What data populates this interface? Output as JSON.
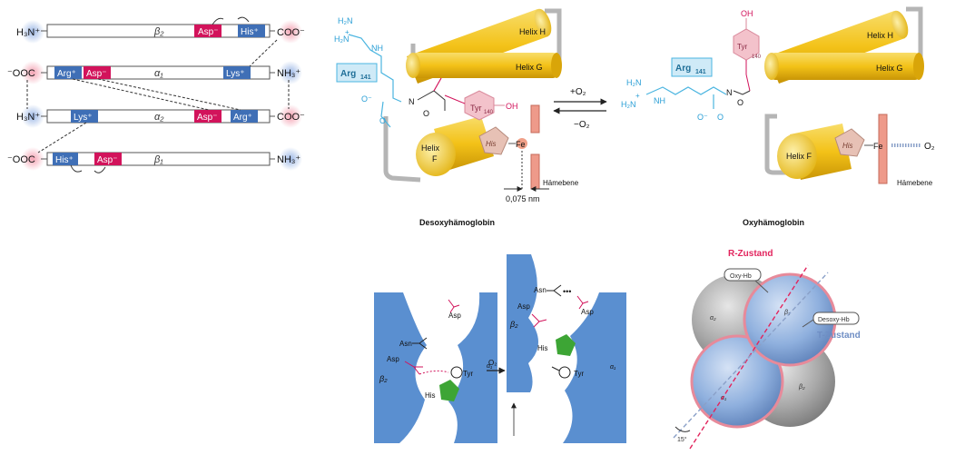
{
  "colors": {
    "chain_box_border": "#555555",
    "chain_box_fill": "#ffffff",
    "positive_residue": "#3f6fb6",
    "negative_residue": "#d2135b",
    "helix_yellow": "#f3c218",
    "arginine_cyan": "#4bb5e0",
    "tyrosine_pink": "#e89aa7",
    "heme_plane": "#ee9a8a",
    "subunit_blue": "#5a8fd0",
    "histidine_green": "#3da535",
    "r_state": "#e2245d",
    "t_state": "#8aa0c8",
    "globe_blue": "#8fb0de",
    "globe_grey": "#a9a9a9"
  },
  "salt_bridge_scheme": {
    "chains": [
      {
        "n_term": "H₃N⁺",
        "c_term": "COO⁻",
        "chain": "β₂",
        "residues": [
          "Asp⁻",
          "His⁺"
        ]
      },
      {
        "n_term": "⁻OOC",
        "c_term": "NH₃⁺",
        "chain": "α₁",
        "residues": [
          "Arg⁺",
          "Asp⁻",
          "Lys⁺"
        ]
      },
      {
        "n_term": "H₃N⁺",
        "c_term": "COO⁻",
        "chain": "α₂",
        "residues": [
          "Lys⁺",
          "Asp⁻",
          "Arg⁺"
        ]
      },
      {
        "n_term": "⁻OOC",
        "c_term": "NH₃⁺",
        "chain": "β₁",
        "residues": [
          "His⁺",
          "Asp⁻"
        ]
      }
    ]
  },
  "deoxy_panel": {
    "caption": "Desoxyhämoglobin",
    "helix_h": "Helix H",
    "helix_g": "Helix G",
    "helix_f": [
      "Helix",
      "F"
    ],
    "arg": "Arg",
    "arg_num": "141",
    "tyr": "Tyr",
    "tyr_num": "140",
    "oh": "OH",
    "his": "His",
    "fe": "Fe",
    "heme_plane": "Hämebene",
    "distance": "0,075 nm",
    "nh2_a": "H₂N",
    "nh2_b": "H₂N",
    "nh": "NH",
    "n": "N",
    "o": "O",
    "ominus": "O⁻",
    "c_o": "O",
    "plus": "+"
  },
  "equilibrium": {
    "forward": "+O₂",
    "reverse": "−O₂"
  },
  "oxy_panel": {
    "caption": "Oxyhämoglobin",
    "helix_h": "Helix H",
    "helix_g": "Helix G",
    "helix_f": "Helix F",
    "arg": "Arg",
    "arg_num": "141",
    "tyr": "Tyr",
    "tyr_num": "140",
    "oh": "OH",
    "his": "His",
    "fe": "Fe",
    "o2": "O₂",
    "heme_plane": "Hämebene",
    "nh2_a": "H₂N",
    "nh2_b": "H₂N",
    "nh": "NH",
    "n": "N",
    "o": "O",
    "ominus": "O⁻",
    "plus": "+"
  },
  "interface_panel": {
    "left": {
      "asp_top": "Asp",
      "asn": "Asn",
      "asp": "Asp",
      "tyr": "Tyr",
      "his": "His",
      "beta": "β₂",
      "alpha": "α₁"
    },
    "right": {
      "asn": "Asn",
      "asp_left": "Asp",
      "asp_right": "Asp",
      "his": "His",
      "tyr": "Tyr",
      "beta": "β₂",
      "alpha": "α₁"
    },
    "arrow_label": "O₂"
  },
  "rotation_panel": {
    "r_label": "R-Zustand",
    "t_label": "T-Zustand",
    "oxy_tag": "Oxy-Hb",
    "deoxy_tag": "Desoxy-Hb",
    "angle": "15°",
    "alpha1": "α₁",
    "alpha2": "α₂",
    "beta1": "β₁",
    "beta2": "β₂"
  }
}
